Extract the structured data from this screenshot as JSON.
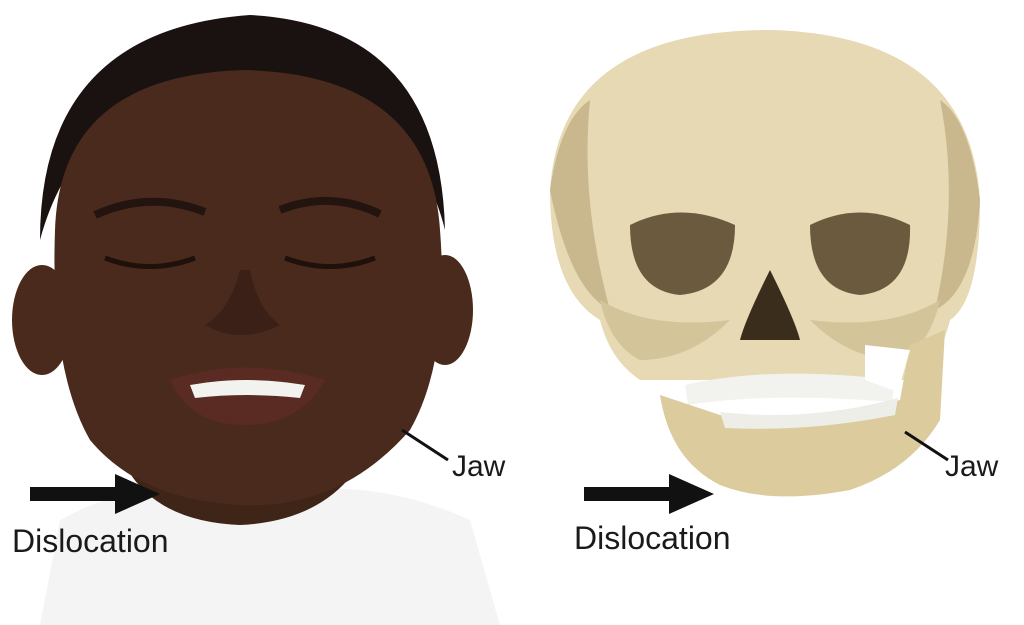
{
  "panels": {
    "face": {
      "jaw_label": "Jaw",
      "dislocation_label": "Dislocation"
    },
    "skull": {
      "jaw_label": "Jaw",
      "dislocation_label": "Dislocation"
    }
  },
  "colors": {
    "skin": "#4a2a1c",
    "hair": "#1a1210",
    "bone": "#e6d9b3",
    "bone_shadow": "#b8a67c",
    "teeth": "#f2f2ee",
    "arrow": "#111111"
  },
  "icons": {
    "arrow": "arrow-right-icon",
    "pointer": "leader-line"
  }
}
